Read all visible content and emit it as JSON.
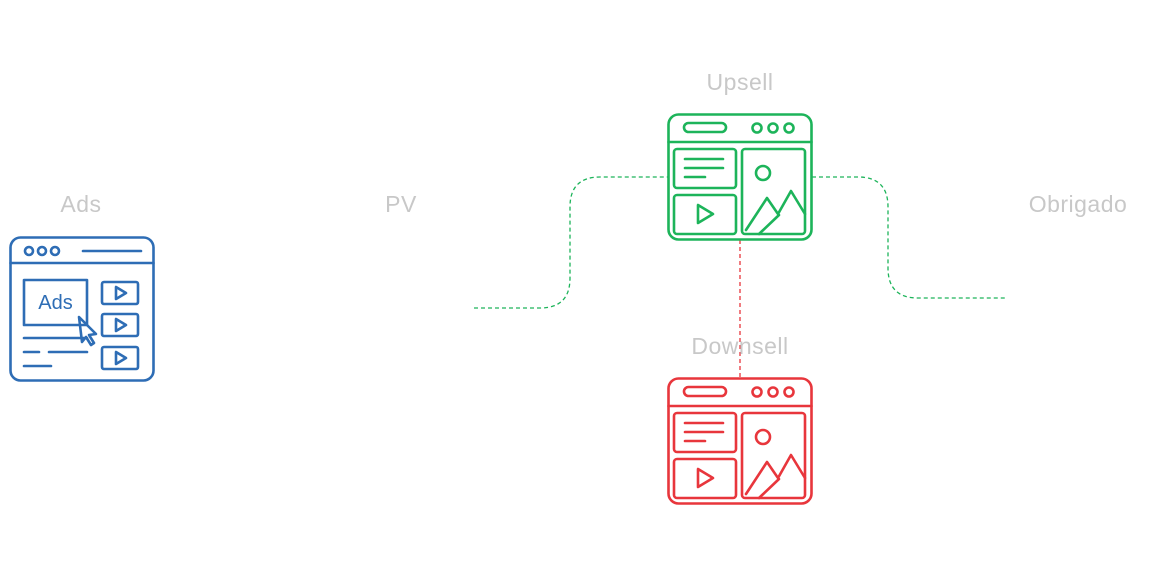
{
  "diagram": {
    "nodes": [
      {
        "id": "ads",
        "label": "Ads",
        "icon": "ads-browser-icon",
        "icon_text": "Ads",
        "color": "#2e6db5"
      },
      {
        "id": "pv",
        "label": "PV",
        "icon": "none"
      },
      {
        "id": "upsell",
        "label": "Upsell",
        "icon": "browser-window-icon",
        "color": "#1db45a"
      },
      {
        "id": "downsell",
        "label": "Downsell",
        "icon": "browser-window-icon",
        "color": "#e8363c"
      },
      {
        "id": "obrigado",
        "label": "Obrigado",
        "icon": "none"
      }
    ],
    "edges": [
      {
        "from": "pv",
        "to": "upsell",
        "style": "dashed",
        "color": "#1db45a"
      },
      {
        "from": "upsell",
        "to": "obrigado",
        "style": "dashed",
        "color": "#1db45a"
      },
      {
        "from": "upsell",
        "to": "downsell",
        "style": "dashed",
        "color": "#e8363c"
      }
    ],
    "label_color": "#c8c8c8"
  }
}
